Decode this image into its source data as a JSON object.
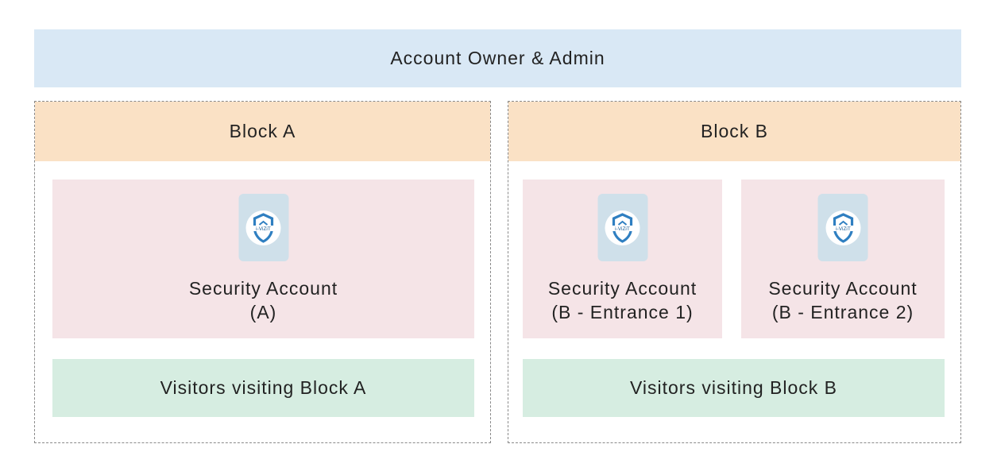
{
  "owner": {
    "label": "Account Owner & Admin"
  },
  "blocks": [
    {
      "title": "Block A",
      "security_accounts": [
        {
          "line1": "Security Account",
          "line2": "(A)"
        }
      ],
      "visitors": "Visitors visiting Block A"
    },
    {
      "title": "Block B",
      "security_accounts": [
        {
          "line1": "Security Account",
          "line2": "(B - Entrance 1)"
        },
        {
          "line1": "Security Account",
          "line2": "(B - Entrance 2)"
        }
      ],
      "visitors": "Visitors visiting Block B"
    }
  ],
  "app_icon": {
    "name": "i-vizit-logo-icon",
    "text": "i-ViZiT"
  },
  "colors": {
    "owner_bg": "#d9e8f5",
    "block_header_bg": "#fae1c5",
    "security_bg": "#f5e4e7",
    "visitors_bg": "#d6ede1",
    "icon_tile_bg": "#cfe0ea",
    "logo_blue": "#2f7fc1"
  }
}
